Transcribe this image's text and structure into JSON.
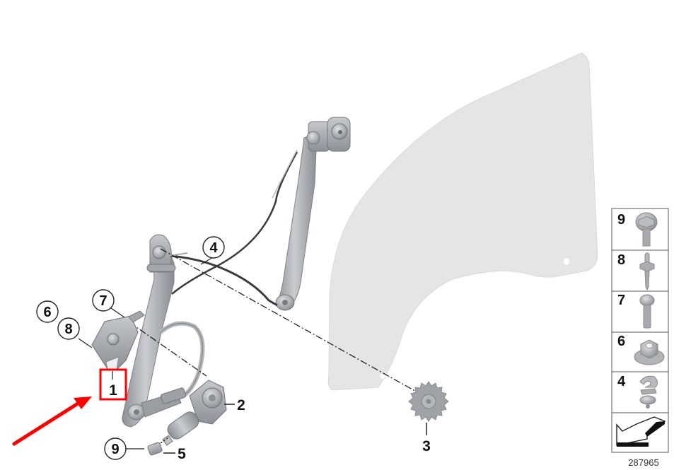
{
  "diagram": {
    "diagram_id": "287965",
    "accent_color": "#ff0000",
    "callouts": {
      "c1": {
        "label": "1",
        "style": "plain",
        "highlighted": true
      },
      "c2": {
        "label": "2",
        "style": "plain"
      },
      "c3": {
        "label": "3",
        "style": "plain"
      },
      "c4": {
        "label": "4",
        "style": "circled"
      },
      "c5": {
        "label": "5",
        "style": "plain"
      },
      "c6": {
        "label": "6",
        "style": "circled"
      },
      "c7": {
        "label": "7",
        "style": "circled"
      },
      "c8": {
        "label": "8",
        "style": "circled"
      },
      "c9": {
        "label": "9",
        "style": "circled"
      }
    },
    "parts": [
      {
        "id": "window-regulator",
        "callout": "1"
      },
      {
        "id": "window-regulator-motor",
        "callout": "2"
      },
      {
        "id": "drive-gear",
        "callout": "3"
      },
      {
        "id": "clip",
        "callout": "4"
      },
      {
        "id": "connector",
        "callout": "5"
      },
      {
        "id": "hex-nut",
        "callout": "6"
      },
      {
        "id": "screw",
        "callout": "7"
      },
      {
        "id": "stud-bolt",
        "callout": "8"
      },
      {
        "id": "hex-bolt",
        "callout": "9"
      },
      {
        "id": "door-window-glass",
        "callout": ""
      }
    ],
    "legend": {
      "items": [
        {
          "label": "9",
          "icon": "hex-bolt-icon"
        },
        {
          "label": "8",
          "icon": "stud-bolt-icon"
        },
        {
          "label": "7",
          "icon": "screw-icon"
        },
        {
          "label": "6",
          "icon": "hex-nut-icon"
        },
        {
          "label": "4",
          "icon": "clip-icon"
        }
      ],
      "footer_icon": "front-direction-arrow-icon"
    },
    "annotation": {
      "type": "red-arrow",
      "points_to": "1",
      "box_around": "1"
    }
  }
}
